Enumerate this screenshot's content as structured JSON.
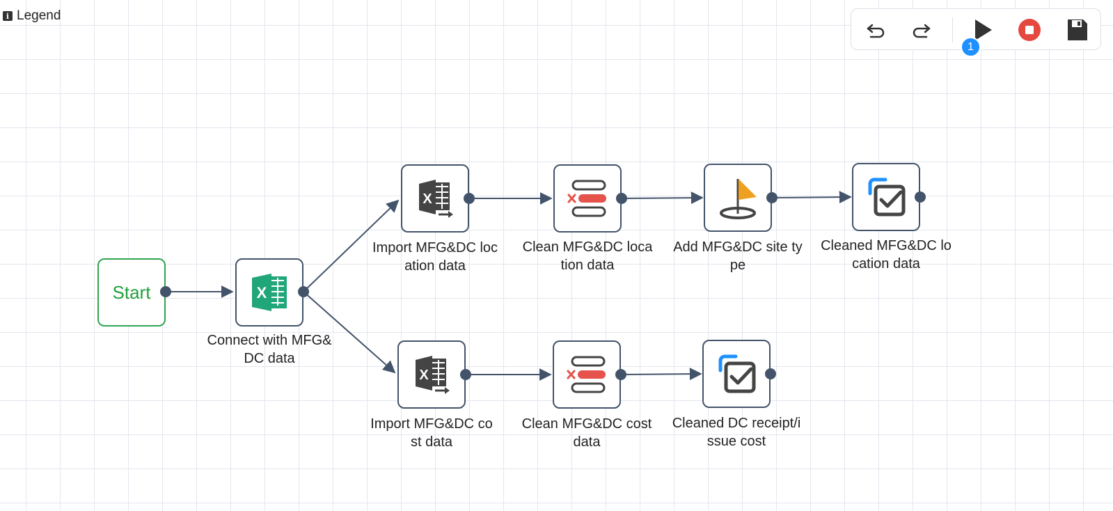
{
  "legend": {
    "label": "Legend",
    "icon": "info-icon"
  },
  "toolbar": {
    "buttons": [
      {
        "name": "undo",
        "icon": "undo-icon"
      },
      {
        "name": "redo",
        "icon": "redo-icon"
      },
      {
        "name": "run",
        "icon": "play-icon"
      },
      {
        "name": "stop",
        "icon": "stop-icon",
        "color": "#e5483f"
      },
      {
        "name": "save",
        "icon": "save-icon"
      }
    ],
    "run_badge": "1",
    "badge_color": "#1e90ff"
  },
  "nodes": {
    "start": {
      "label": "Start",
      "color": "#22a03c"
    },
    "connect": {
      "label1": "Connect with MFG&",
      "label2": "DC data",
      "icon": "excel-icon"
    },
    "import_location": {
      "label1": "Import MFG&DC loc",
      "label2": "ation data",
      "icon": "excel-import-icon"
    },
    "clean_location": {
      "label1": "Clean MFG&DC loca",
      "label2": "tion data",
      "icon": "clean-data-icon"
    },
    "add_site_type": {
      "label1": "Add MFG&DC site ty",
      "label2": "pe",
      "icon": "flag-icon"
    },
    "cleaned_location": {
      "label1": "Cleaned MFG&DC lo",
      "label2": "cation data",
      "icon": "checked-output-icon"
    },
    "import_cost": {
      "label1": "Import MFG&DC co",
      "label2": "st data",
      "icon": "excel-import-icon"
    },
    "clean_cost": {
      "label1": "Clean MFG&DC cost",
      "label2": "data",
      "icon": "clean-data-icon"
    },
    "cleaned_cost": {
      "label1": "Cleaned DC receipt/i",
      "label2": "ssue cost",
      "icon": "checked-output-icon"
    }
  },
  "colors": {
    "edge": "#43536a",
    "excel": "#21a67a",
    "clean_red": "#e5534b",
    "flag": "#f0a020",
    "check_blue": "#1e90ff"
  }
}
